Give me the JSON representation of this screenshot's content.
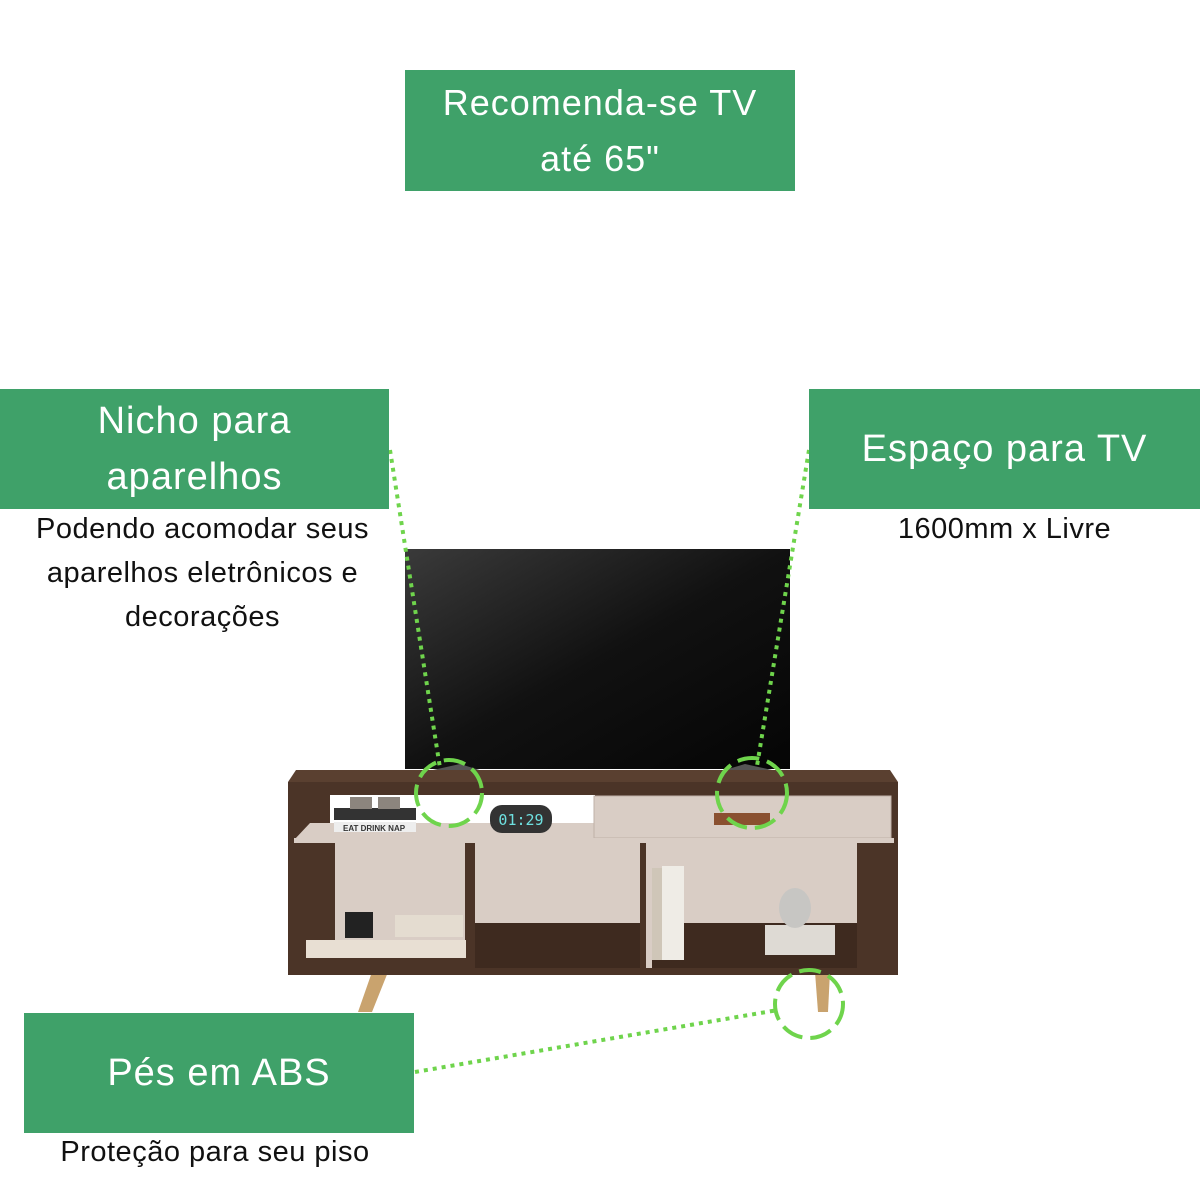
{
  "top_label": {
    "line1": "Recomenda-se TV",
    "line2": "até 65\""
  },
  "left_label": {
    "title_line1": "Nicho para",
    "title_line2": "aparelhos",
    "desc": [
      "Podendo acomodar seus",
      "aparelhos eletrônicos e",
      "decorações"
    ]
  },
  "right_label": {
    "title": "Espaço para TV",
    "desc": "1600mm x Livre"
  },
  "bottom_label": {
    "title": "Pés em ABS",
    "desc": "Proteção para seu piso"
  },
  "props": {
    "clock_time": "01:29",
    "book_title": "EAT DRINK NAP"
  },
  "colors": {
    "label_green": "#3fa169",
    "callout_green": "#6fd44c",
    "wood_dark": "#4b3427",
    "panel_beige": "#d9cdc5"
  }
}
